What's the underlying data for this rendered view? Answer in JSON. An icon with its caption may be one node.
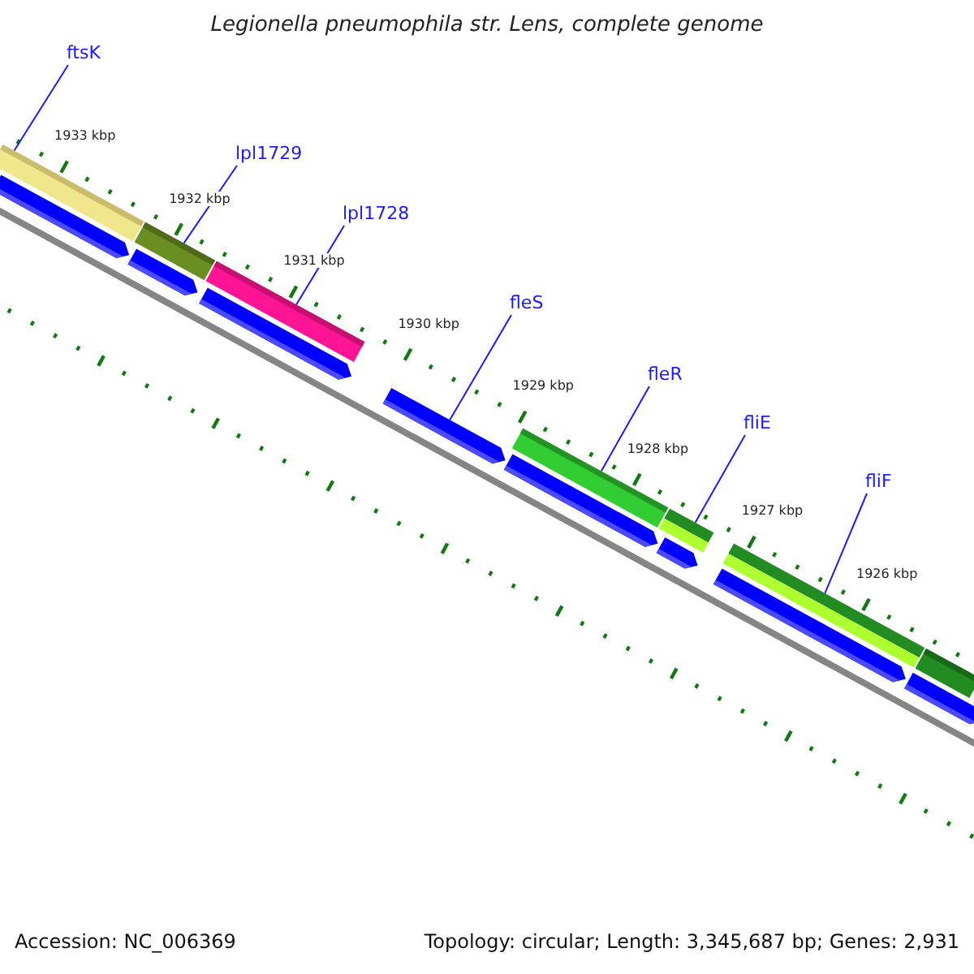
{
  "diagram": {
    "title": "Legionella pneumophila str. Lens, complete genome",
    "nodes": [
      {
        "text": [
          "ftsK"
        ]
      },
      {
        "text": [
          "lpl1729"
        ]
      },
      {
        "text": [
          "lpl1728"
        ]
      },
      {
        "text": [
          "fleS"
        ]
      },
      {
        "text": [
          "fleR"
        ]
      },
      {
        "text": [
          "fliE"
        ]
      },
      {
        "text": [
          "fliF"
        ]
      },
      {
        "text": [],
        "shape": "bar"
      },
      {
        "text": [],
        "shape": "bar"
      },
      {
        "text": [],
        "shape": "bar"
      },
      {
        "text": [],
        "shape": "bar"
      },
      {
        "text": [],
        "shape": "bar"
      },
      {
        "text": [],
        "shape": "bar"
      },
      {
        "text": [],
        "shape": "bar"
      },
      {
        "text": [],
        "shape": "arrow"
      },
      {
        "text": [],
        "shape": "arrow"
      },
      {
        "text": [],
        "shape": "arrow"
      },
      {
        "text": [],
        "shape": "arrow"
      },
      {
        "text": [],
        "shape": "arrow"
      },
      {
        "text": [],
        "shape": "arrow"
      },
      {
        "text": [],
        "shape": "arrow"
      },
      {
        "text": [],
        "shape": "arrow"
      }
    ],
    "edges": [
      {
        "from": 0,
        "to": 7,
        "arrow": "none"
      },
      {
        "from": 1,
        "to": 8,
        "arrow": "none"
      },
      {
        "from": 2,
        "to": 9,
        "arrow": "none"
      },
      {
        "from": 3,
        "to": 17,
        "arrow": "none"
      },
      {
        "from": 4,
        "to": 10,
        "arrow": "none"
      },
      {
        "from": 5,
        "to": 11,
        "arrow": "none"
      },
      {
        "from": 6,
        "to": 12,
        "arrow": "none"
      }
    ],
    "labels": [
      "1933 kbp",
      "1932 kbp",
      "1931 kbp",
      "1930 kbp",
      "1929 kbp",
      "1928 kbp",
      "1927 kbp",
      "1926 kbp",
      "Accession: NC_006369",
      "Topology: circular; Length: 3,345,687 bp; Genes: 2,931"
    ]
  }
}
